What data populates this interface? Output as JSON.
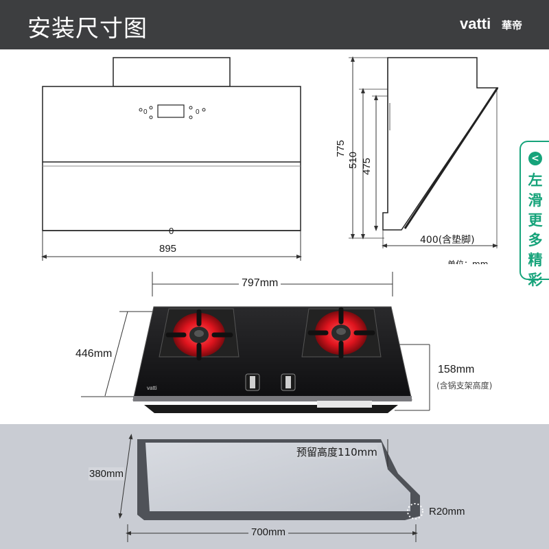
{
  "header": {
    "title": "安装尺寸图",
    "brand_logo": "vatti",
    "brand_name_cn": "華帝"
  },
  "hood_front": {
    "width_label": "895",
    "panel_mark": "0"
  },
  "hood_side": {
    "height_total": "775",
    "height_mid": "510",
    "height_inner": "475",
    "depth_label": "400(含垫脚)",
    "unit_label": "单位：mm"
  },
  "cooktop": {
    "width_label": "797mm",
    "depth_label": "446mm",
    "height_label": "158mm",
    "height_note": "(含锅支架高度)",
    "brand_mark": "vatti"
  },
  "cutout": {
    "depth_label": "380mm",
    "width_label": "700mm",
    "reserve_label": "预留高度110mm",
    "radius_label": "R20mm"
  },
  "swipe_tab": {
    "icon": "chevron-left-icon",
    "text": "左滑更多精彩"
  },
  "colors": {
    "header_bg": "#3d3e40",
    "accent_green": "#16a37a",
    "burner_red": "#e0141e",
    "cutout_bg": "#c9ccd3"
  }
}
